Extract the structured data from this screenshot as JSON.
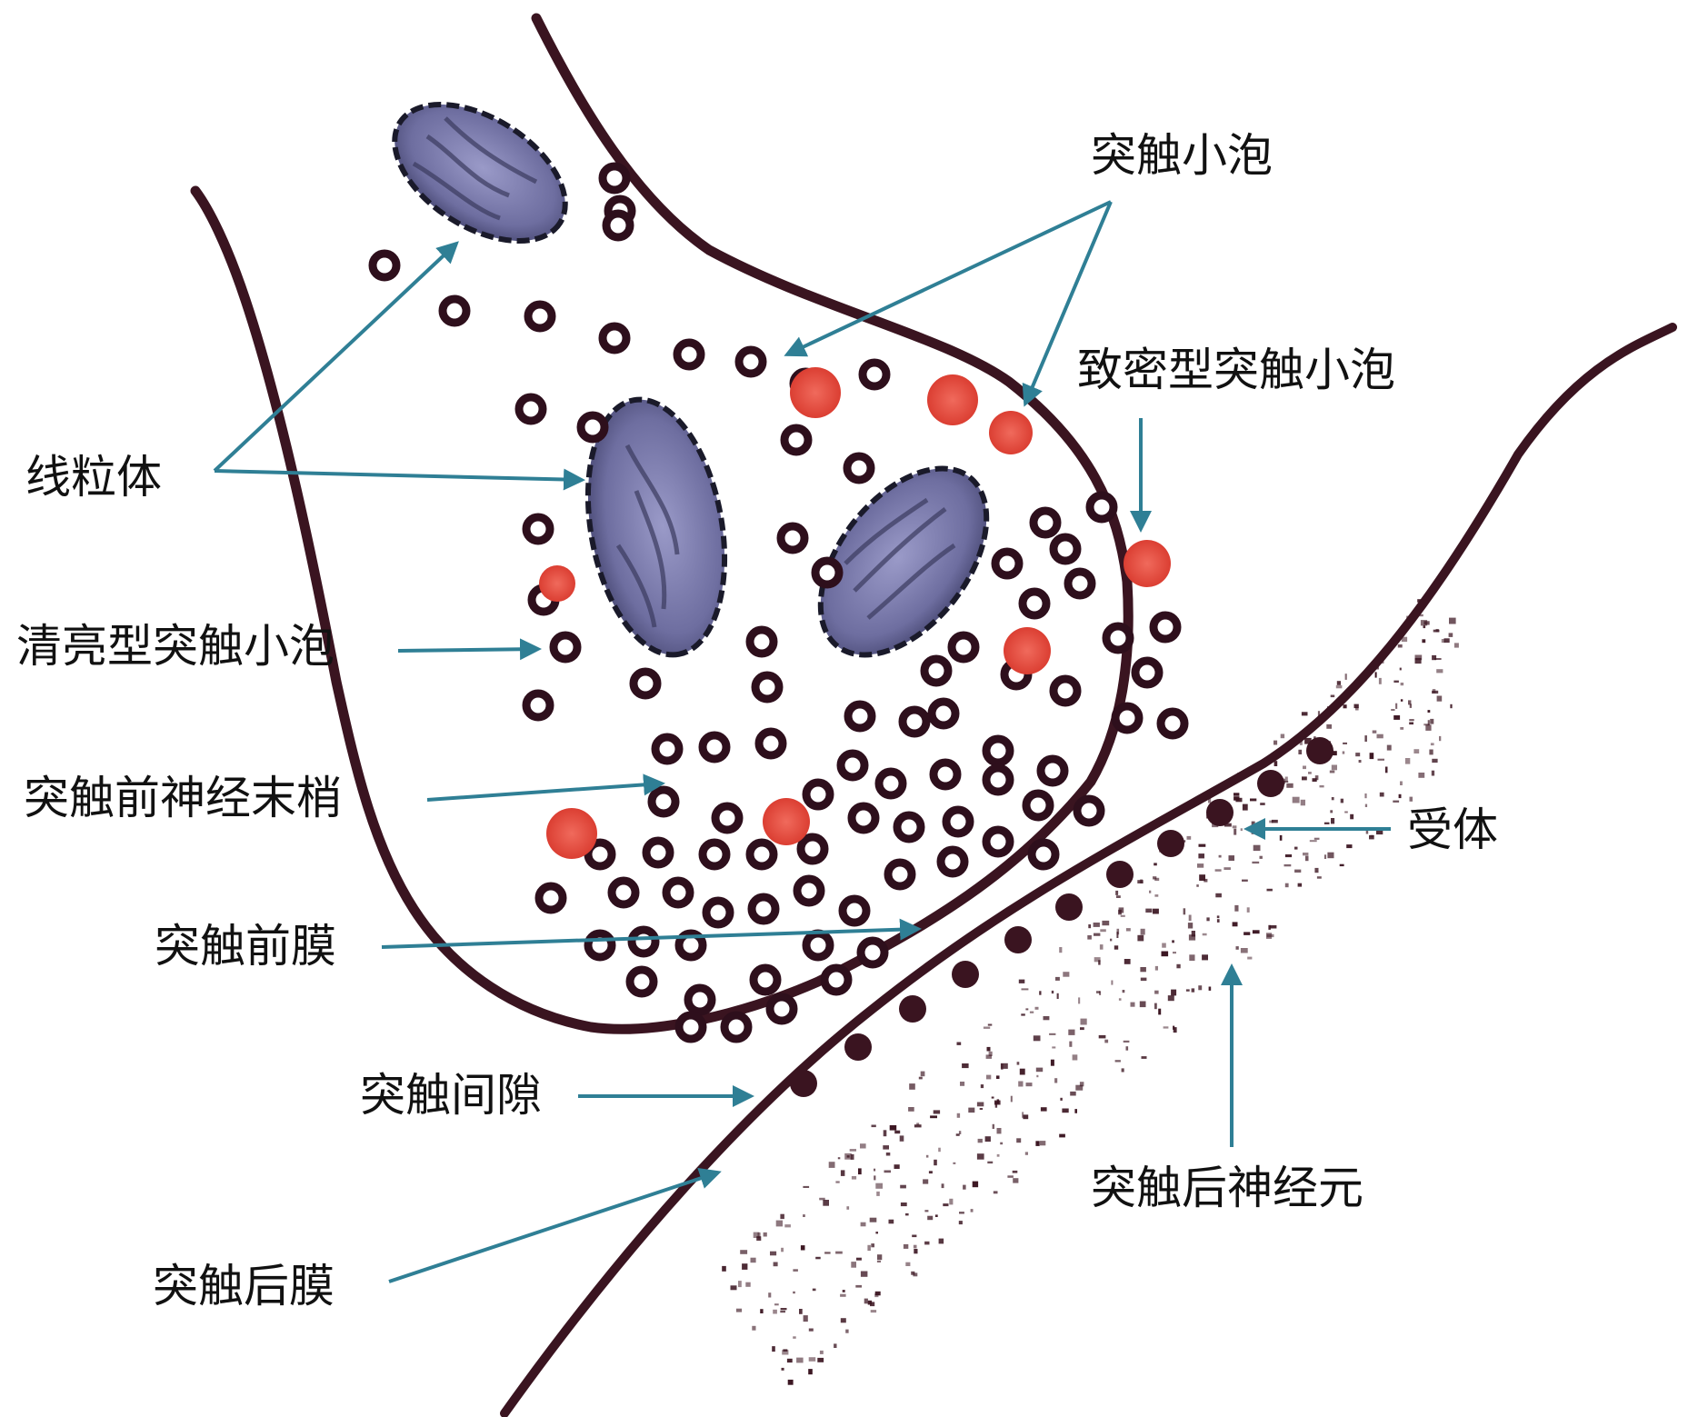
{
  "labels": {
    "synaptic_vesicle": "突触小泡",
    "dense_core_vesicle": "致密型突触小泡",
    "mitochondria": "线粒体",
    "clear_vesicle": "清亮型突触小泡",
    "presynaptic_terminal": "突触前神经末梢",
    "presynaptic_membrane": "突触前膜",
    "synaptic_cleft": "突触间隙",
    "postsynaptic_membrane": "突触后膜",
    "receptor": "受体",
    "postsynaptic_neuron": "突触后神经元"
  },
  "colors": {
    "membrane": "#3a1420",
    "vesicle": "#2e0f1c",
    "dense_vesicle": "#e8473a",
    "mitochondrion": "#6d6d9e",
    "arrow": "#2f7f95",
    "text": "#111111"
  }
}
